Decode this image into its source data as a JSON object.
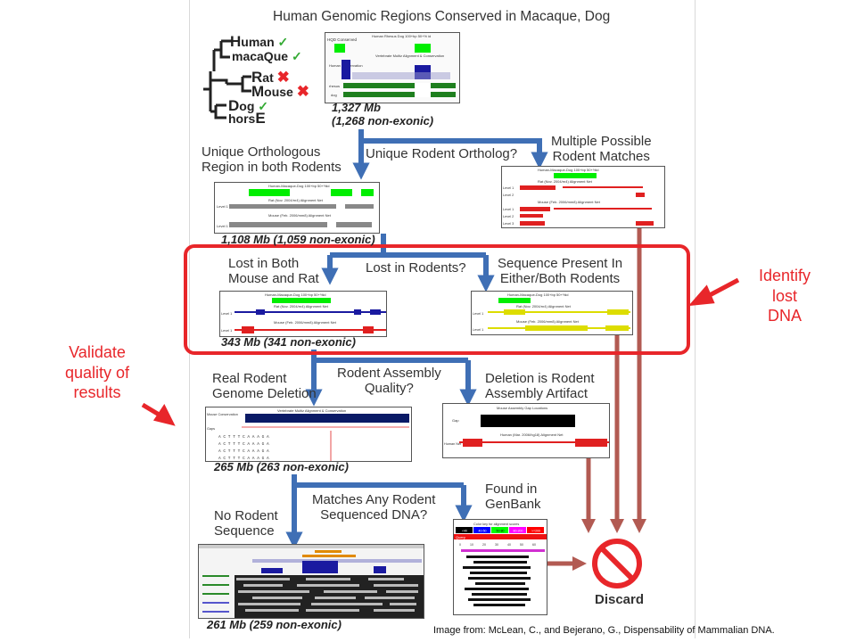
{
  "title": "Human Genomic Regions Conserved in Macaque, Dog",
  "species": [
    {
      "pre": "H",
      "rest": "uman",
      "status": "check"
    },
    {
      "pre": "macaQ",
      "rest": "ue",
      "status": "check"
    },
    {
      "pre": "R",
      "rest": "at",
      "status": "cross"
    },
    {
      "pre": "M",
      "rest": "ouse",
      "status": "cross"
    },
    {
      "pre": "D",
      "rest": "og",
      "status": "check"
    },
    {
      "pre": "hors",
      "rest": "E",
      "status": "check"
    }
  ],
  "top_panel": {
    "label_hqd": "HQD  Conserved",
    "label_human": "Human Conservation",
    "label_rhesus": "rhesus",
    "label_dog": "dog",
    "track_title": "Human Rhesus Dog 100+bp 50+% id",
    "track_sub": "Vertebrate Multiz Alignment & Conservation"
  },
  "stage1": {
    "mb": "1,327 Mb",
    "sub": "(1,268 non-exonic)"
  },
  "q1": "Unique Rodent Ortholog?",
  "left1": "Unique Orthologous\nRegion in both Rodents",
  "right1": "Multiple Possible\nRodent Matches",
  "stage2": {
    "mb": "1,108 Mb (1,059 non-exonic)"
  },
  "q2": "Lost in Rodents?",
  "left2": "Lost in Both\nMouse and Rat",
  "right2": "Sequence Present In\nEither/Both Rodents",
  "stage3": {
    "mb": "343 Mb (341 non-exonic)"
  },
  "q3": "Rodent Assembly\nQuality?",
  "left3": "Real Rodent\nGenome Deletion",
  "right3": "Deletion is Rodent\nAssembly Artifact",
  "stage4": {
    "mb": "265 Mb (263 non-exonic)"
  },
  "q4": "Matches Any Rodent\nSequenced DNA?",
  "left4": "No Rodent\nSequence",
  "right4": "Found in\nGenBank",
  "stage5": {
    "mb": "261 Mb (259 non-exonic)"
  },
  "discard": "Discard",
  "side_right": "Identify\nlost\nDNA",
  "side_left": "Validate\nquality of\nresults",
  "credit": "Image from: McLean, C., and Bejerano, G., Dispensability of Mammalian DNA.",
  "panel_text": {
    "hmd": "Human-Macaque-Dog 100+bp 50+%id",
    "rat": "Rat (Nov. 2004/rn4) Alignment Net",
    "mouse": "Mouse (Feb. 2006/mm8) Alignment Net",
    "level1": "Level 1",
    "level2": "Level 2",
    "level3": "Level 3",
    "multiz": "Vertebrate Multiz Alignment & Conservation",
    "mouse_cons": "Mouse Conservation",
    "gaps": "Gaps",
    "mouse_gap": "Mouse Assembly Gap Locations",
    "gap": "Gap",
    "human_net": "Human (Mar. 2006/hg18) Alignment Net",
    "human_net_label": "Human Net",
    "color_key": "Color key for alignment scores",
    "score_bins": [
      "<40",
      "40-50",
      "50-80",
      "80-200",
      ">=200"
    ],
    "score_colors": [
      "#000000",
      "#0000ff",
      "#00ff00",
      "#ff00ff",
      "#ff0000"
    ]
  },
  "colors": {
    "arrow": "#3f6fb5",
    "red": "#e8262a",
    "discard_arrow": "#b25a52",
    "green": "#00ee00",
    "blue_block": "#1a1aa0"
  }
}
